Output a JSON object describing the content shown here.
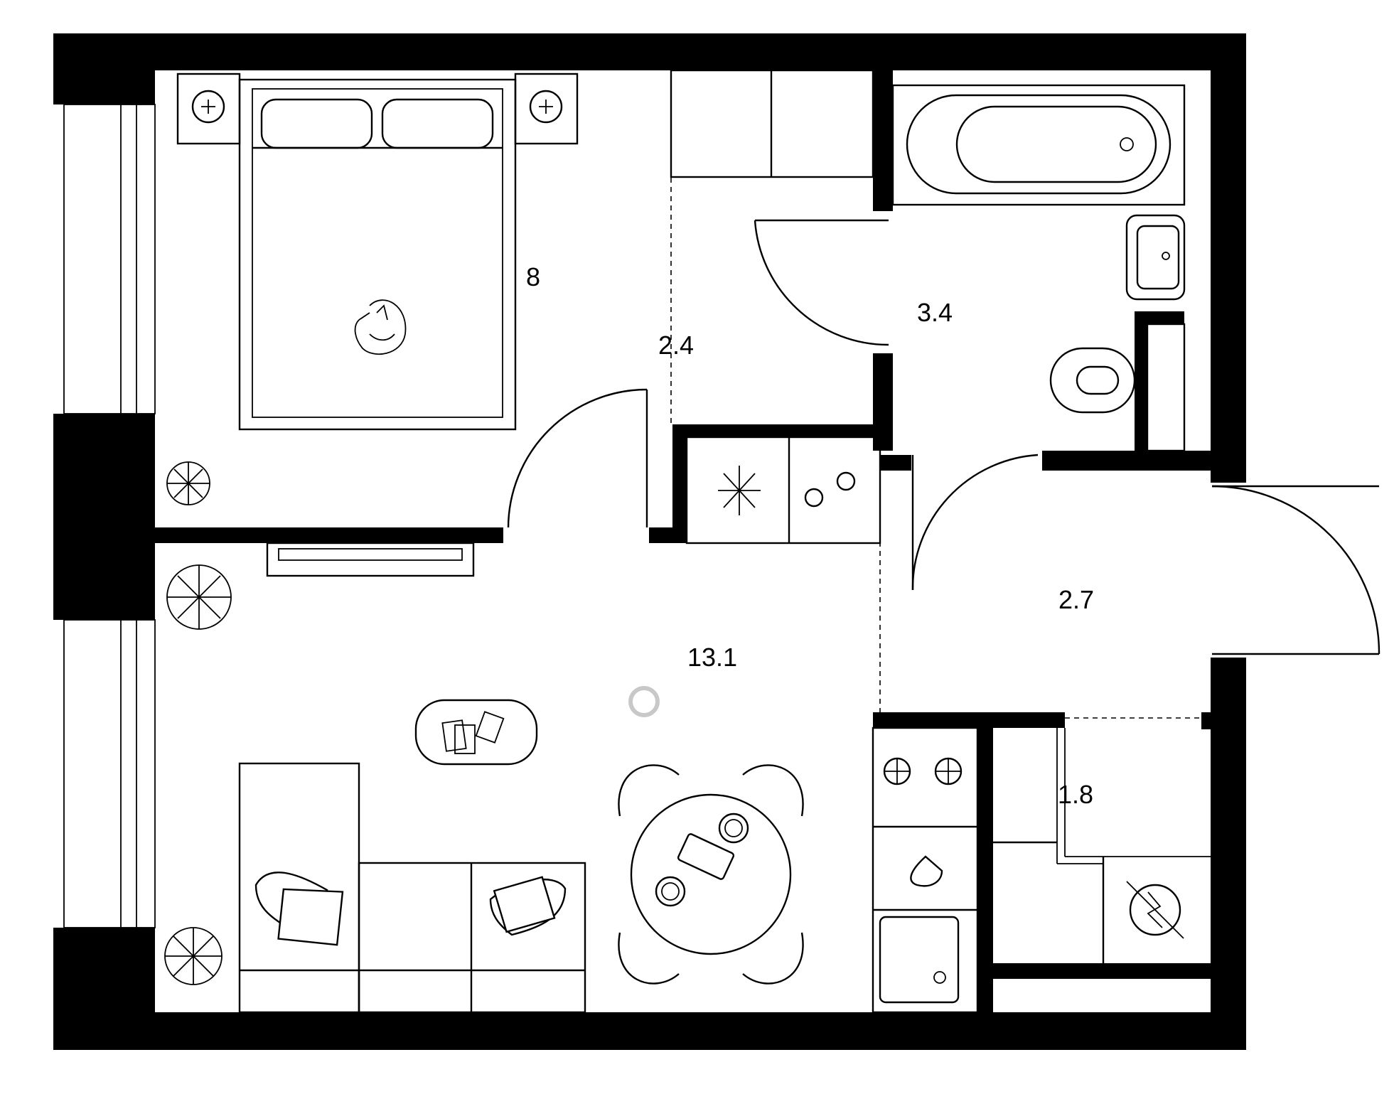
{
  "floor_plan": {
    "rooms": [
      {
        "id": "bedroom",
        "area": "8"
      },
      {
        "id": "corridor",
        "area": "2.4"
      },
      {
        "id": "bathroom",
        "area": "3.4"
      },
      {
        "id": "hall",
        "area": "2.7"
      },
      {
        "id": "living-kitchen",
        "area": "13.1"
      },
      {
        "id": "storage",
        "area": "1.8"
      }
    ],
    "colors": {
      "wall": "#000000",
      "background": "#ffffff",
      "marker": "#c8c8c8"
    }
  }
}
